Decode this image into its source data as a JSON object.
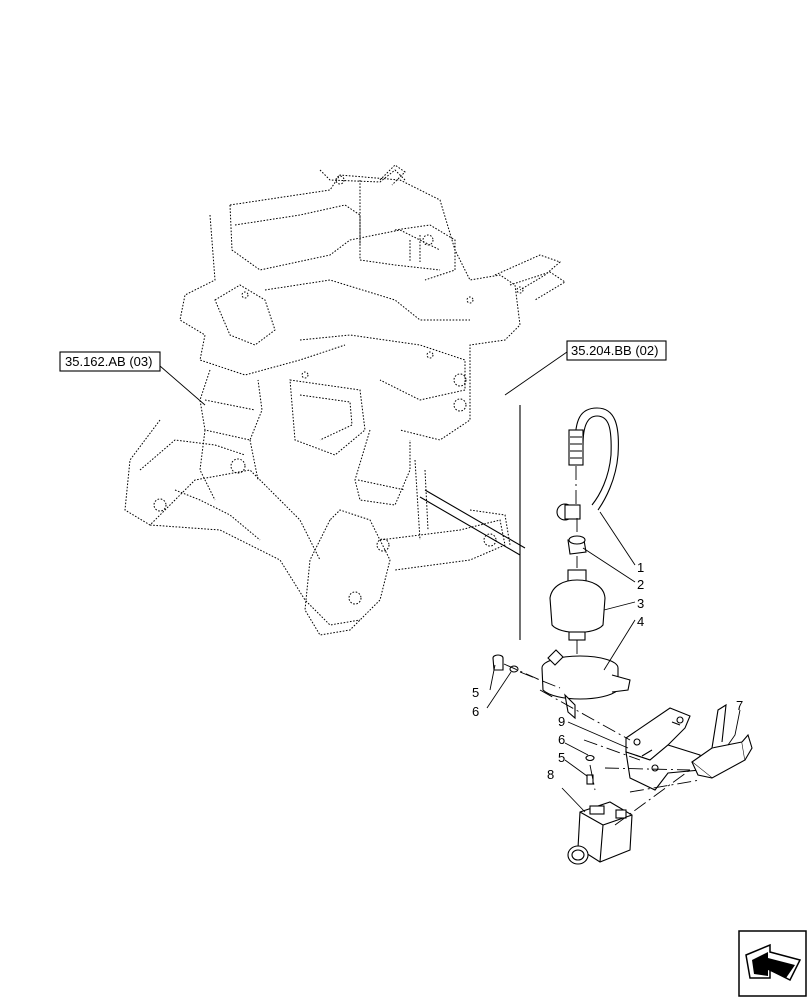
{
  "references": [
    {
      "id": "ref-left",
      "text": "35.162.AB (03)"
    },
    {
      "id": "ref-right",
      "text": "35.204.BB (02)"
    }
  ],
  "callouts": [
    "1",
    "2",
    "3",
    "4",
    "5",
    "6",
    "7",
    "8",
    "9",
    "6",
    "5"
  ],
  "nav_icon": "arrow-left-icon"
}
